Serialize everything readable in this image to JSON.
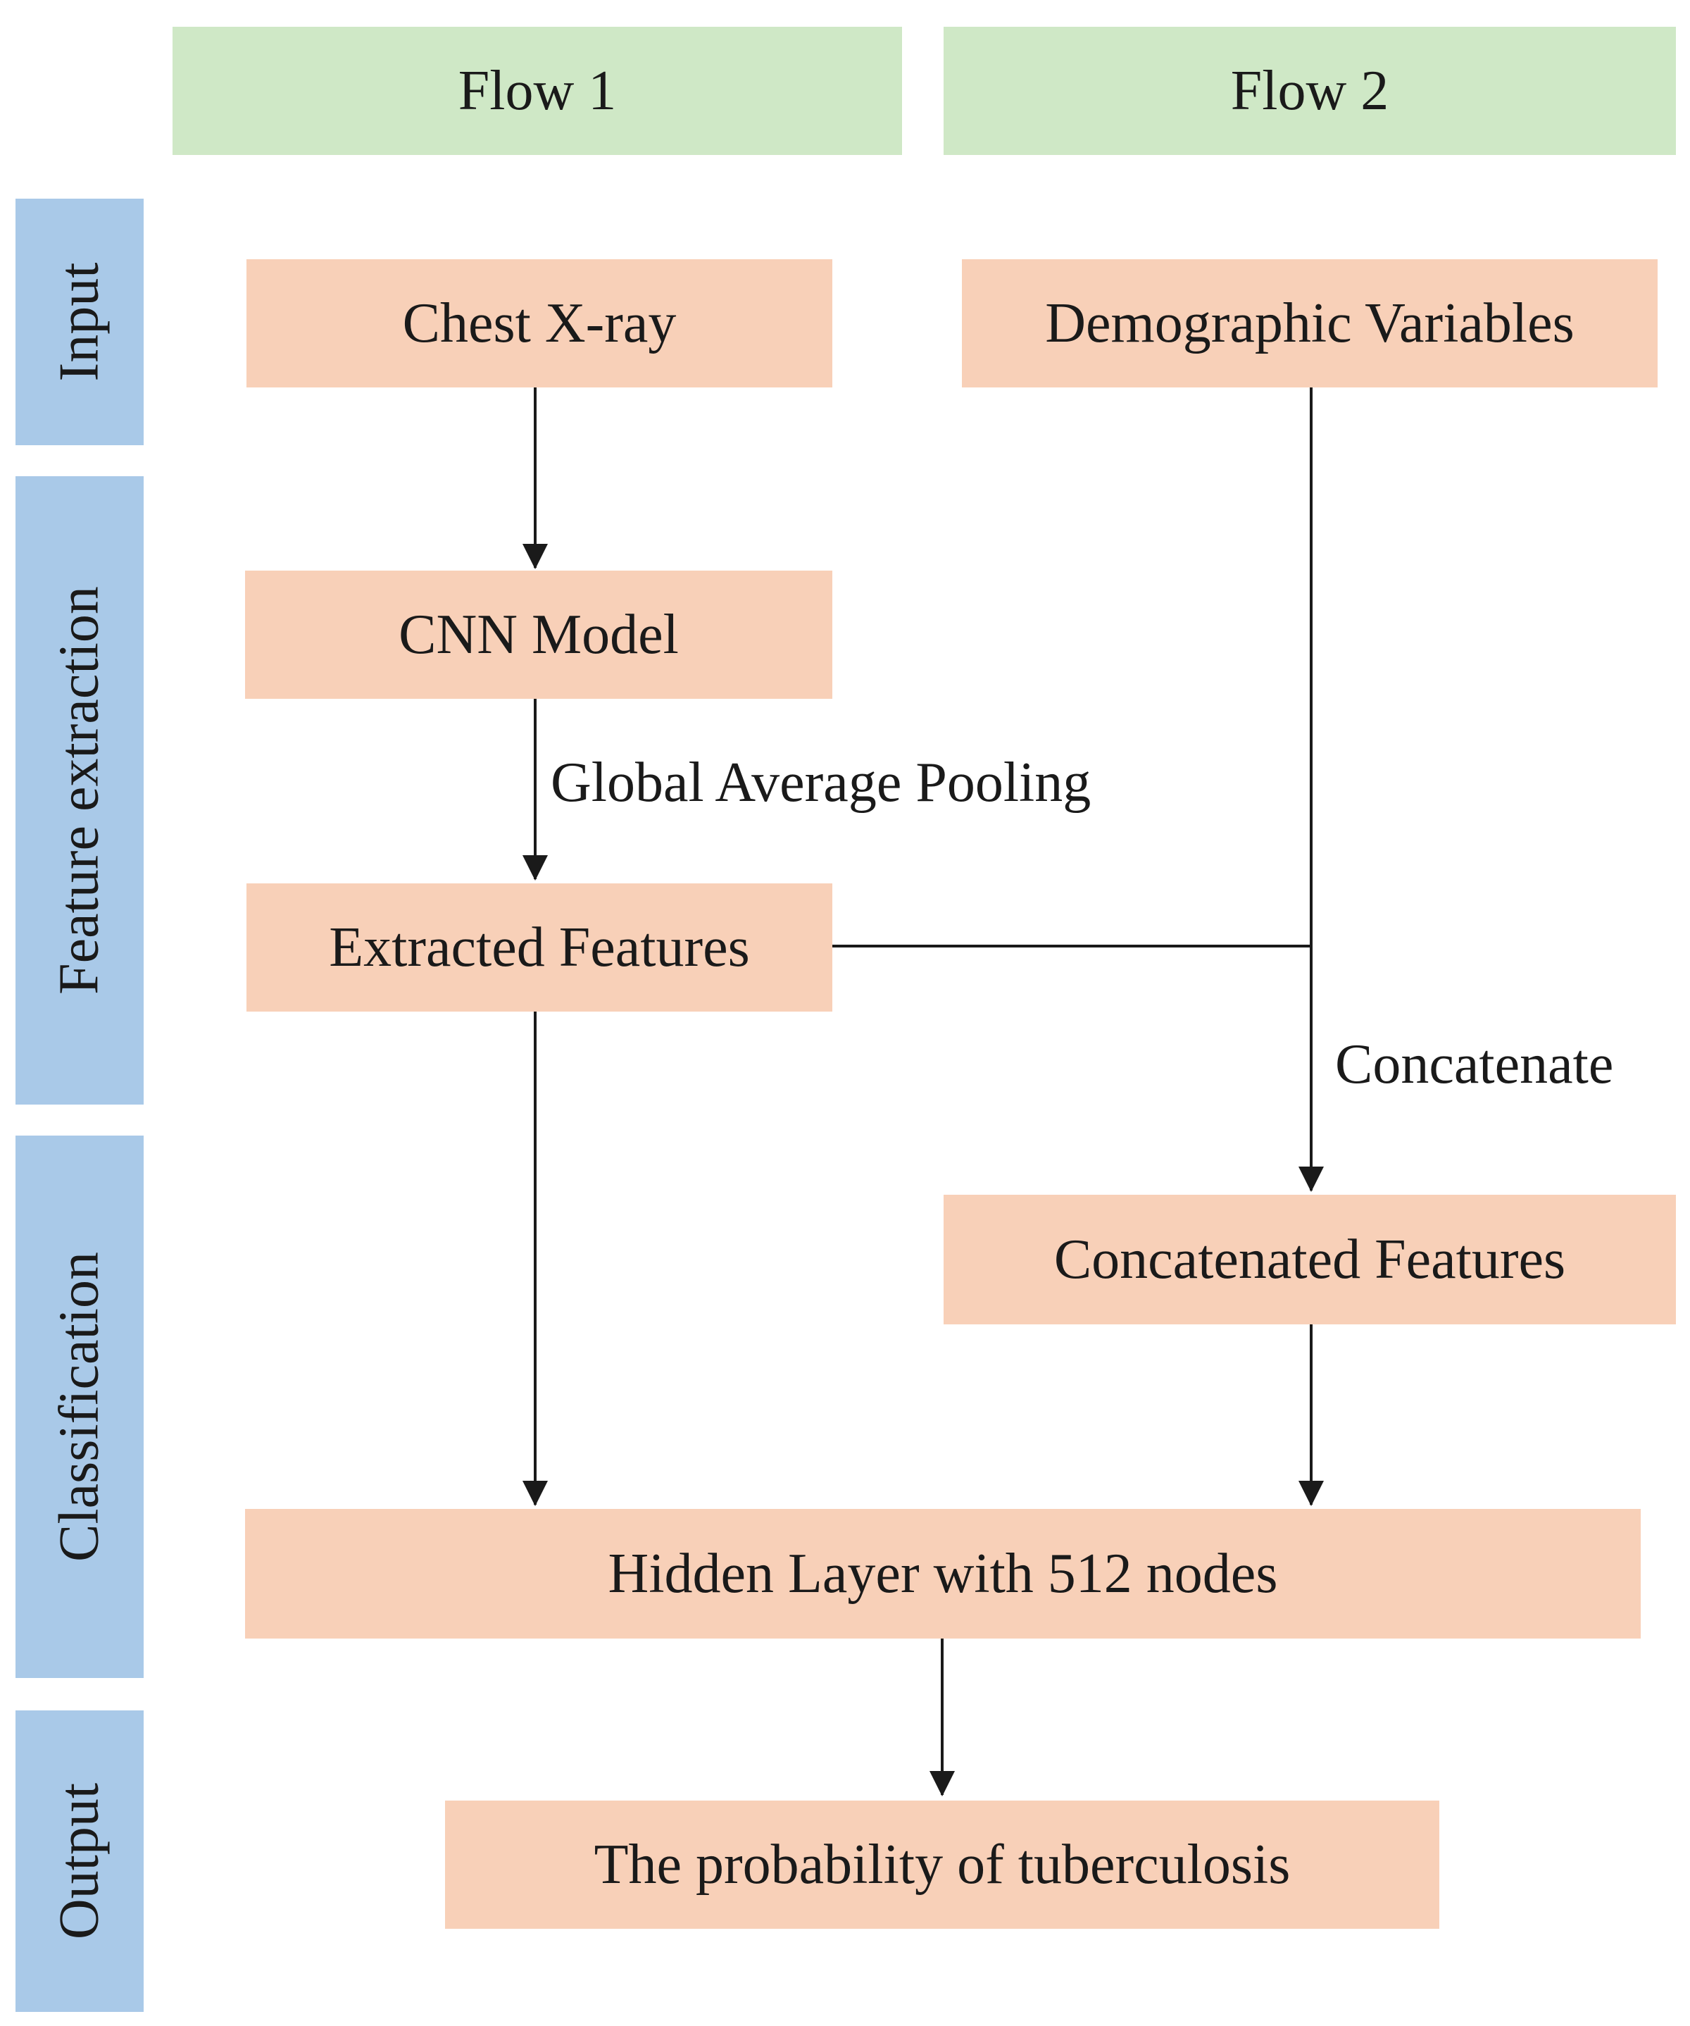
{
  "flows": [
    "Flow 1",
    "Flow 2"
  ],
  "phases": {
    "input": "Input",
    "feature_extraction": "Feature extraction",
    "classification": "Classification",
    "output": "Output"
  },
  "nodes": {
    "chest_xray": "Chest X-ray",
    "demographic": "Demographic Variables",
    "cnn": "CNN Model",
    "extracted": "Extracted Features",
    "concatenated": "Concatenated Features",
    "hidden": "Hidden Layer with 512 nodes",
    "probability": "The probability of tuberculosis"
  },
  "edge_labels": {
    "gap": "Global Average Pooling",
    "concatenate": "Concatenate"
  }
}
